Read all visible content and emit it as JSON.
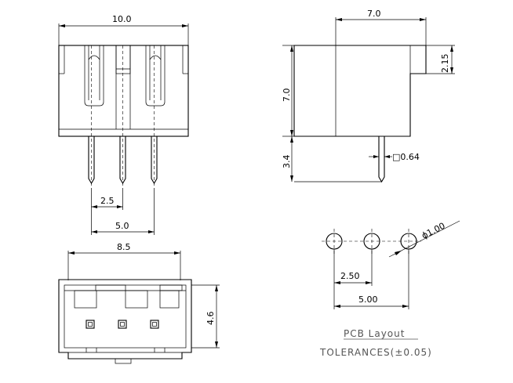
{
  "front_view": {
    "width_label": "10.0",
    "pitch_label": "2.5",
    "pin_span_label": "5.0"
  },
  "side_view": {
    "depth_label": "7.0",
    "step_label": "2.15",
    "height_label": "7.0",
    "pin_length_label": "3.4",
    "pin_size_label": "□0.64"
  },
  "bottom_view": {
    "width_label": "8.5",
    "height_label": "4.6"
  },
  "pcb_layout": {
    "hole_label": "ϕ1.00",
    "pitch_label": "2.50",
    "span_label": "5.00",
    "title": "PCB Layout",
    "tolerance": "TOLERANCES(±0.05)"
  }
}
